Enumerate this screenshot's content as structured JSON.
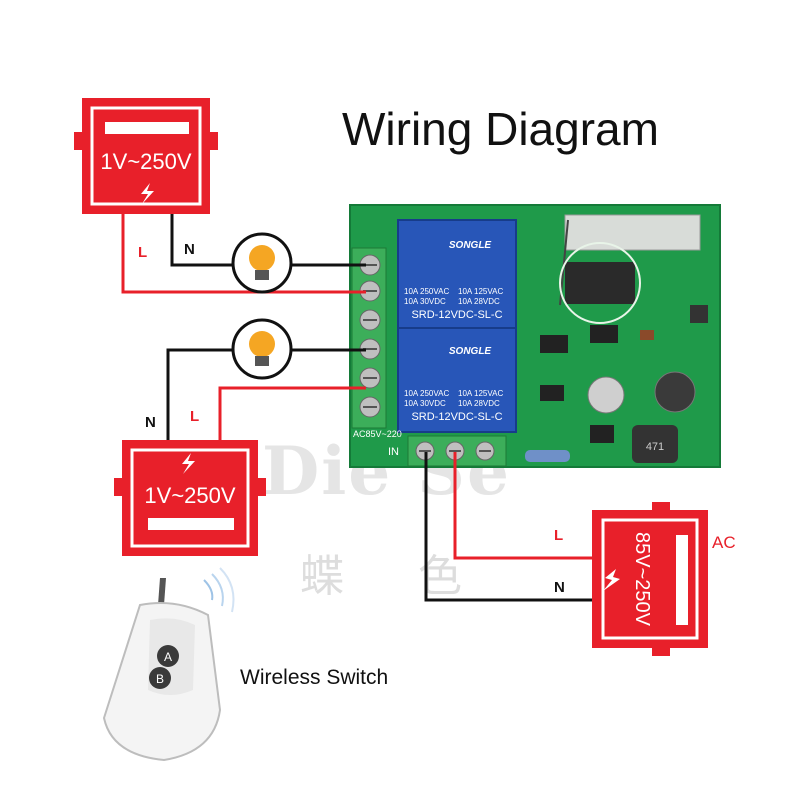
{
  "title": "Wiring Diagram",
  "caption": "Wireless Switch",
  "watermark": {
    "text": "Die Se",
    "chinese": "蝶 色"
  },
  "power_top": {
    "label": "1V~250V",
    "wire_l": "L",
    "wire_n": "N"
  },
  "power_mid": {
    "label": "1V~250V",
    "wire_l": "L",
    "wire_n": "N"
  },
  "power_ac": {
    "label": "85V~250V",
    "tag": "AC",
    "wire_l": "L",
    "wire_n": "N"
  },
  "relay": {
    "brand": "SONGLE",
    "rating1": "10A 250VAC",
    "rating2": "10A 125VAC",
    "rating3": "10A 30VDC",
    "rating4": "10A 28VDC",
    "model": "SRD-12VDC-SL-C"
  },
  "board": {
    "supply_label": "AC85V~220",
    "input_label": "IN",
    "inductor_label": "471"
  },
  "remote": {
    "button_a": "A",
    "button_b": "B"
  },
  "colors": {
    "red": "#e8202a",
    "dark_red": "#c4121b",
    "board": "#1f9a4a",
    "relay_blue": "#2856b8",
    "wire_black": "#111111"
  }
}
